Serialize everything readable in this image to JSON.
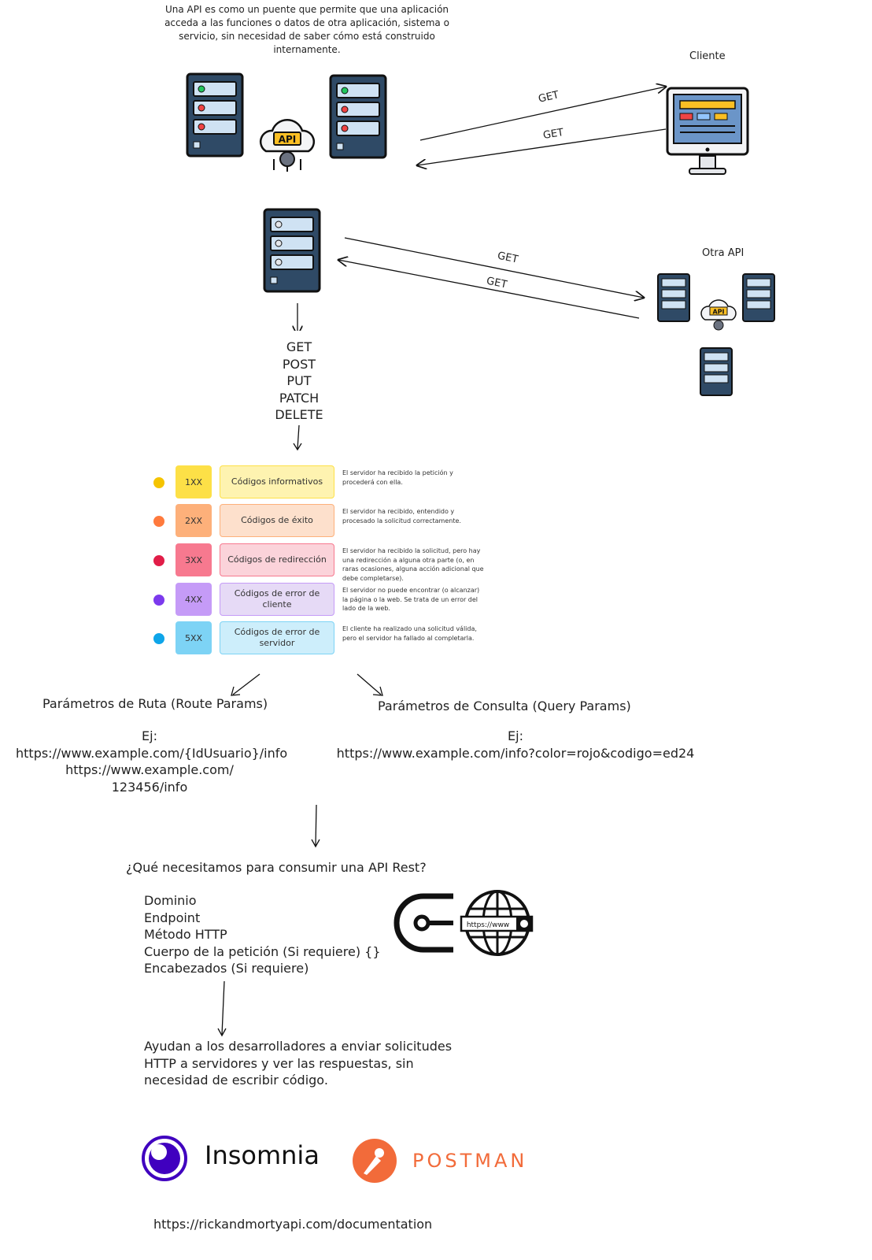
{
  "intro": "Una API es como un puente que permite que una aplicación acceda a las funciones o datos de otra aplicación, sistema o servicio, sin necesidad de saber cómo está construido internamente.",
  "labels": {
    "client": "Cliente",
    "other_api": "Otra API",
    "api_badge": "API",
    "get": "GET"
  },
  "methods": [
    "GET",
    "POST",
    "PUT",
    "PATCH",
    "DELETE"
  ],
  "status_codes": [
    {
      "code": "1XX",
      "category": "Códigos informativos",
      "desc": "El servidor ha recibido la petición y procederá con ella.",
      "dot": "#f5c400",
      "code_bg": "#fde047",
      "cat_bg": "#fef3b0"
    },
    {
      "code": "2XX",
      "category": "Códigos de éxito",
      "desc": "El servidor ha recibido, entendido y procesado la solicitud correctamente.",
      "dot": "#ff7a3d",
      "code_bg": "#fdb07a",
      "cat_bg": "#fde0cc"
    },
    {
      "code": "3XX",
      "category": "Códigos de redirección",
      "desc": "El servidor ha recibido la solicitud, pero hay una redirección a alguna otra parte (o, en raras ocasiones, alguna acción adicional que debe completarse).",
      "dot": "#e11d48",
      "code_bg": "#f7798f",
      "cat_bg": "#fbd3da"
    },
    {
      "code": "4XX",
      "category": "Códigos de error de cliente",
      "desc": "El servidor no puede encontrar (o alcanzar) la página o la web. Se trata de un error del lado de la web.",
      "dot": "#7c3aed",
      "code_bg": "#c59bf7",
      "cat_bg": "#e6daf6"
    },
    {
      "code": "5XX",
      "category": "Códigos de error de servidor",
      "desc": "El cliente ha realizado una solicitud válida, pero el servidor ha fallado al completarla.",
      "dot": "#0ea5e9",
      "code_bg": "#7dd3f5",
      "cat_bg": "#cdeefb"
    }
  ],
  "route_params": {
    "title": "Parámetros de Ruta (Route Params)",
    "ex_label": "Ej:",
    "ex_lines": [
      "https://www.example.com/{IdUsuario}/info",
      "https://www.example.com/",
      "123456/info"
    ]
  },
  "query_params": {
    "title": "Parámetros de Consulta (Query Params)",
    "ex_label": "Ej:",
    "ex_line": "https://www.example.com/info?color=rojo&codigo=ed24"
  },
  "needs": {
    "question": "¿Qué necesitamos para consumir una API Rest?",
    "items": [
      "Dominio",
      "Endpoint",
      "Método HTTP",
      "Cuerpo de la petición (Si requiere) {}",
      "Encabezados (Si requiere)"
    ],
    "web_badge": "https://www"
  },
  "tools_text": "Ayudan a los desarrolladores a enviar solicitudes HTTP a servidores y ver las respuestas, sin necesidad de escribir código.",
  "brands": {
    "insomnia": "Insomnia",
    "postman": "POSTMAN"
  },
  "doc_url": "https://rickandmortyapi.com/documentation"
}
